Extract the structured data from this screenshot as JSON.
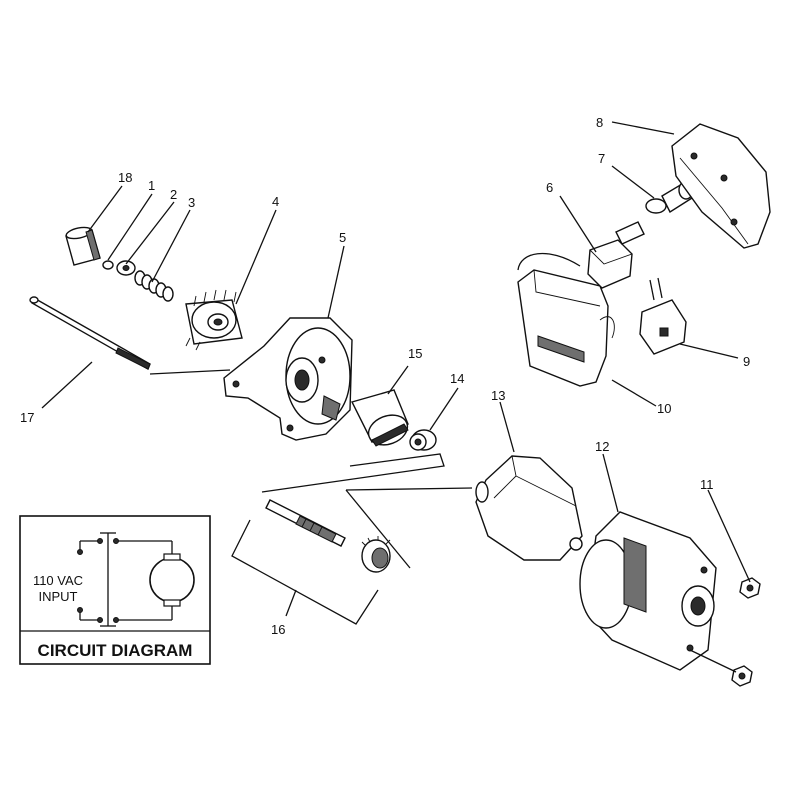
{
  "callouts": [
    "1",
    "2",
    "3",
    "4",
    "5",
    "6",
    "7",
    "8",
    "9",
    "10",
    "11",
    "12",
    "13",
    "14",
    "15",
    "16",
    "17",
    "18"
  ],
  "circuit": {
    "title": "CIRCUIT DIAGRAM",
    "input_line1": "110 VAC",
    "input_line2": "INPUT"
  }
}
